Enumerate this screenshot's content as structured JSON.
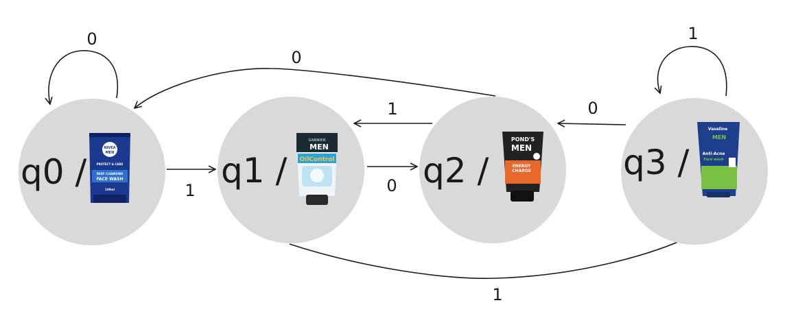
{
  "states": [
    {
      "id": "q0",
      "label": "q0 /",
      "product_icon": "nivea-men-face-wash-tube-icon",
      "brand": "NIVEA",
      "sub": "MEN",
      "text1": "PROTECT & CARE",
      "text2": "DEEP CLEANSING",
      "text3": "FACE WASH",
      "text4": "100ml"
    },
    {
      "id": "q1",
      "label": "q1 /",
      "product_icon": "garnier-men-oil-control-tube-icon",
      "brand": "GARNIER",
      "sub": "MEN",
      "text1": "OilControl"
    },
    {
      "id": "q2",
      "label": "q2 /",
      "product_icon": "ponds-men-energy-charge-tube-icon",
      "brand": "POND'S",
      "sub": "MEN",
      "text1": "ENERGY",
      "text2": "CHARGE"
    },
    {
      "id": "q3",
      "label": "q3 /",
      "product_icon": "vaseline-men-anti-acne-tube-icon",
      "brand": "Vaseline",
      "sub": "MEN",
      "text1": "Anti-Acne",
      "text2": "Face wash"
    }
  ],
  "transitions": [
    {
      "from": "q0",
      "to": "q0",
      "label": "0"
    },
    {
      "from": "q0",
      "to": "q1",
      "label": "1"
    },
    {
      "from": "q1",
      "to": "q2",
      "label": "0"
    },
    {
      "from": "q2",
      "to": "q1",
      "label": "1"
    },
    {
      "from": "q2",
      "to": "q0",
      "label": "0"
    },
    {
      "from": "q3",
      "to": "q2",
      "label": "0"
    },
    {
      "from": "q3",
      "to": "q3",
      "label": "1"
    },
    {
      "from": "q1",
      "to": "q3",
      "label": "1"
    }
  ],
  "colors": {
    "state_fill": "#d9d9d9",
    "edge": "#1a1a1a",
    "nivea": "#1b3a8f",
    "garnier": "#2aa3d8",
    "ponds": "#222222",
    "ponds_accent": "#e8672a",
    "vaseline": "#1e3f8c",
    "vaseline_accent": "#7ac143"
  }
}
